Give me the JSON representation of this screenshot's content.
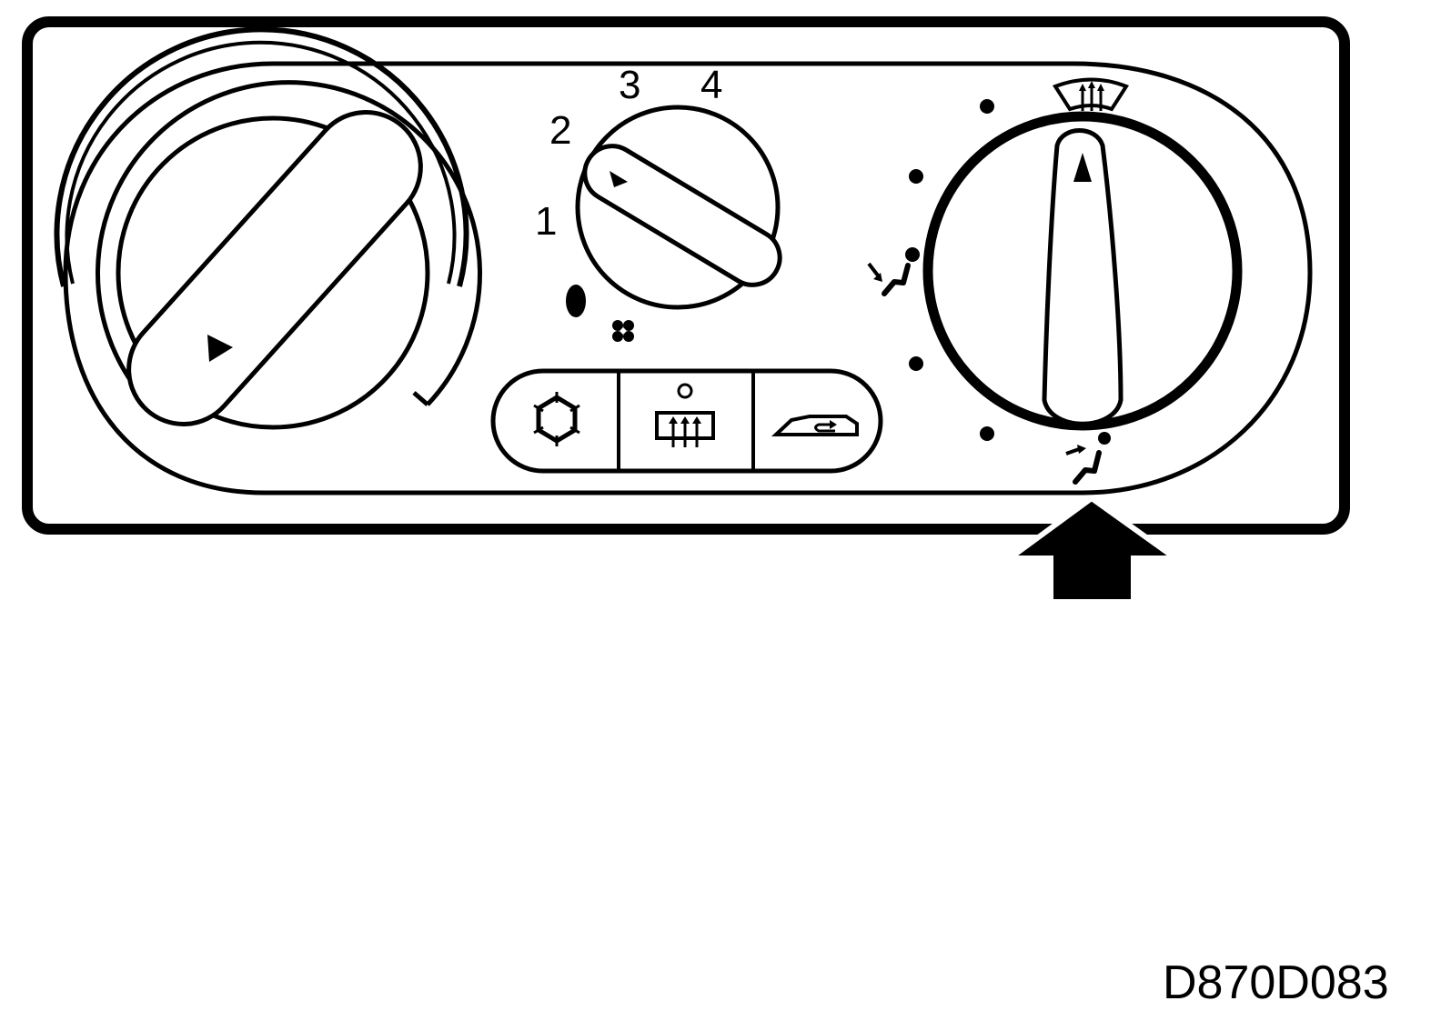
{
  "diagram": {
    "figure_id": "D870D083",
    "fan_speed": {
      "labels": [
        "1",
        "2",
        "3",
        "4"
      ],
      "off_icon": "off-dot-icon",
      "fan_icon": "fan-icon"
    },
    "mode_knob": {
      "dots_count": 6,
      "icons": [
        "defrost-windshield-icon",
        "face-vent-icon",
        "floor-vent-icon"
      ]
    },
    "buttons": [
      {
        "name": "ac-button",
        "icon": "ac-snowflake-icon"
      },
      {
        "name": "rear-defrost-button",
        "icon": "rear-defrost-icon",
        "indicator": "indicator-light"
      },
      {
        "name": "recirculation-button",
        "icon": "recirculation-car-icon"
      }
    ],
    "arrow_icon": "pointer-arrow-icon",
    "colors": {
      "line": "#000000",
      "background": "#ffffff"
    }
  }
}
